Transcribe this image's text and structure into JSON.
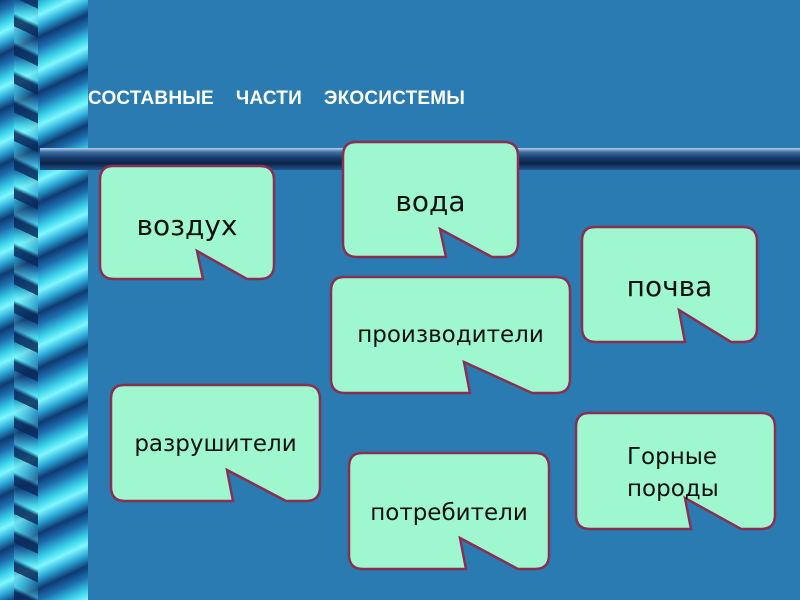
{
  "slide": {
    "title": "СОСТАВНЫЕ    ЧАСТИ    ЭКОСИСТЕМЫ",
    "colors": {
      "background": "#2a7bb1",
      "card_fill": "#9ff7d0",
      "card_border": "#8a2f52",
      "text": "#111111",
      "title": "#ffffff"
    }
  },
  "cards": {
    "air": "воздух",
    "water": "вода",
    "soil": "почва",
    "producers": "производители",
    "decomposers": "разрушители",
    "consumers": "потребители",
    "rocks_line1": "Горные",
    "rocks_line2": "породы"
  }
}
